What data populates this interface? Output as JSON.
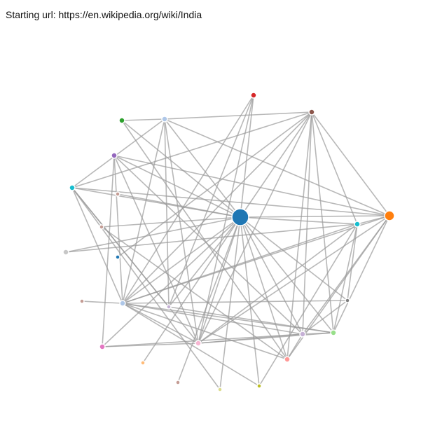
{
  "header": {
    "starting_url_text": "Starting url: https://en.wikipedia.org/wiki/India"
  },
  "graph": {
    "nodes": [
      {
        "id": "center",
        "color": "#1f77b4"
      },
      {
        "id": "orange-right",
        "color": "#ff7f0e"
      },
      {
        "id": "red-top",
        "color": "#d62728"
      },
      {
        "id": "brown-top-right",
        "color": "#8c564b"
      },
      {
        "id": "lightblue-top",
        "color": "#aec7e8"
      },
      {
        "id": "green-top-left",
        "color": "#2ca02c"
      },
      {
        "id": "purple-left",
        "color": "#9467bd"
      },
      {
        "id": "cyan-left",
        "color": "#17becf"
      },
      {
        "id": "rosybrown-mid-left",
        "color": "#c49c94"
      },
      {
        "id": "rosybrown-left",
        "color": "#c49c94"
      },
      {
        "id": "gray-left",
        "color": "#c7c7c7"
      },
      {
        "id": "darkblue-left",
        "color": "#1f77b4"
      },
      {
        "id": "tan-bottom-left",
        "color": "#c49c94"
      },
      {
        "id": "lavender-left",
        "color": "#aec7e8"
      },
      {
        "id": "lavender-mid",
        "color": "#c5b0d5"
      },
      {
        "id": "teal-right",
        "color": "#17becf"
      },
      {
        "id": "gray-right",
        "color": "#7f7f7f"
      },
      {
        "id": "lightgreen-right",
        "color": "#98df8a"
      },
      {
        "id": "lilac-bottom-right",
        "color": "#c5b0d5"
      },
      {
        "id": "salmon-bottom",
        "color": "#ff9896"
      },
      {
        "id": "pink-bottom",
        "color": "#f7b6d2"
      },
      {
        "id": "magenta-bottom-left",
        "color": "#e377c2"
      },
      {
        "id": "peach-bottom",
        "color": "#ffbb78"
      },
      {
        "id": "tan-bottom",
        "color": "#c49c94"
      },
      {
        "id": "olive-bottom",
        "color": "#dbdb8d"
      },
      {
        "id": "olive-dark-bottom",
        "color": "#bcbd22"
      }
    ],
    "edges": [
      [
        "center",
        "orange-right"
      ],
      [
        "center",
        "red-top"
      ],
      [
        "center",
        "brown-top-right"
      ],
      [
        "center",
        "lightblue-top"
      ],
      [
        "center",
        "green-top-left"
      ],
      [
        "center",
        "purple-left"
      ],
      [
        "center",
        "cyan-left"
      ],
      [
        "center",
        "rosybrown-mid-left"
      ],
      [
        "center",
        "rosybrown-left"
      ],
      [
        "center",
        "gray-left"
      ],
      [
        "center",
        "lavender-left"
      ],
      [
        "center",
        "lavender-mid"
      ],
      [
        "center",
        "teal-right"
      ],
      [
        "center",
        "gray-right"
      ],
      [
        "center",
        "lightgreen-right"
      ],
      [
        "center",
        "lilac-bottom-right"
      ],
      [
        "center",
        "salmon-bottom"
      ],
      [
        "center",
        "pink-bottom"
      ],
      [
        "center",
        "magenta-bottom-left"
      ],
      [
        "center",
        "tan-bottom"
      ],
      [
        "center",
        "olive-bottom"
      ],
      [
        "center",
        "olive-dark-bottom"
      ],
      [
        "center",
        "peach-bottom"
      ],
      [
        "brown-top-right",
        "lightblue-top"
      ],
      [
        "brown-top-right",
        "orange-right"
      ],
      [
        "brown-top-right",
        "teal-right"
      ],
      [
        "brown-top-right",
        "lightgreen-right"
      ],
      [
        "brown-top-right",
        "salmon-bottom"
      ],
      [
        "brown-top-right",
        "lilac-bottom-right"
      ],
      [
        "brown-top-right",
        "lavender-left"
      ],
      [
        "brown-top-right",
        "pink-bottom"
      ],
      [
        "brown-top-right",
        "cyan-left"
      ],
      [
        "brown-top-right",
        "darkblue-left"
      ],
      [
        "red-top",
        "pink-bottom"
      ],
      [
        "red-top",
        "lavender-left"
      ],
      [
        "red-top",
        "lavender-mid"
      ],
      [
        "lightblue-top",
        "green-top-left"
      ],
      [
        "lightblue-top",
        "orange-right"
      ],
      [
        "lightblue-top",
        "pink-bottom"
      ],
      [
        "lightblue-top",
        "lavender-left"
      ],
      [
        "lightblue-top",
        "cyan-left"
      ],
      [
        "lightblue-top",
        "lavender-mid"
      ],
      [
        "green-top-left",
        "salmon-bottom"
      ],
      [
        "purple-left",
        "lavender-left"
      ],
      [
        "purple-left",
        "magenta-bottom-left"
      ],
      [
        "purple-left",
        "lilac-bottom-right"
      ],
      [
        "purple-left",
        "orange-right"
      ],
      [
        "purple-left",
        "pink-bottom"
      ],
      [
        "cyan-left",
        "pink-bottom"
      ],
      [
        "cyan-left",
        "lavender-left"
      ],
      [
        "cyan-left",
        "lavender-mid"
      ],
      [
        "cyan-left",
        "orange-right"
      ],
      [
        "cyan-left",
        "olive-bottom"
      ],
      [
        "orange-right",
        "lavender-left"
      ],
      [
        "orange-right",
        "lightgreen-right"
      ],
      [
        "orange-right",
        "lilac-bottom-right"
      ],
      [
        "orange-right",
        "salmon-bottom"
      ],
      [
        "orange-right",
        "teal-right"
      ],
      [
        "orange-right",
        "pink-bottom"
      ],
      [
        "teal-right",
        "lavender-left"
      ],
      [
        "teal-right",
        "pink-bottom"
      ],
      [
        "teal-right",
        "gray-right"
      ],
      [
        "teal-right",
        "lightgreen-right"
      ],
      [
        "teal-right",
        "gray-left"
      ],
      [
        "lavender-left",
        "lightgreen-right"
      ],
      [
        "lavender-left",
        "lilac-bottom-right"
      ],
      [
        "lavender-left",
        "gray-right"
      ],
      [
        "lavender-left",
        "salmon-bottom"
      ],
      [
        "lavender-left",
        "pink-bottom"
      ],
      [
        "lavender-left",
        "olive-dark-bottom"
      ],
      [
        "lavender-left",
        "tan-bottom-left"
      ],
      [
        "pink-bottom",
        "lilac-bottom-right"
      ],
      [
        "pink-bottom",
        "lightgreen-right"
      ],
      [
        "pink-bottom",
        "magenta-bottom-left"
      ],
      [
        "magenta-bottom-left",
        "lilac-bottom-right"
      ],
      [
        "lilac-bottom-right",
        "lightgreen-right"
      ],
      [
        "lilac-bottom-right",
        "salmon-bottom"
      ],
      [
        "gray-right",
        "lilac-bottom-right"
      ],
      [
        "lavender-mid",
        "lightgreen-right"
      ],
      [
        "rosybrown-left",
        "salmon-bottom"
      ],
      [
        "olive-dark-bottom",
        "teal-right"
      ]
    ]
  }
}
